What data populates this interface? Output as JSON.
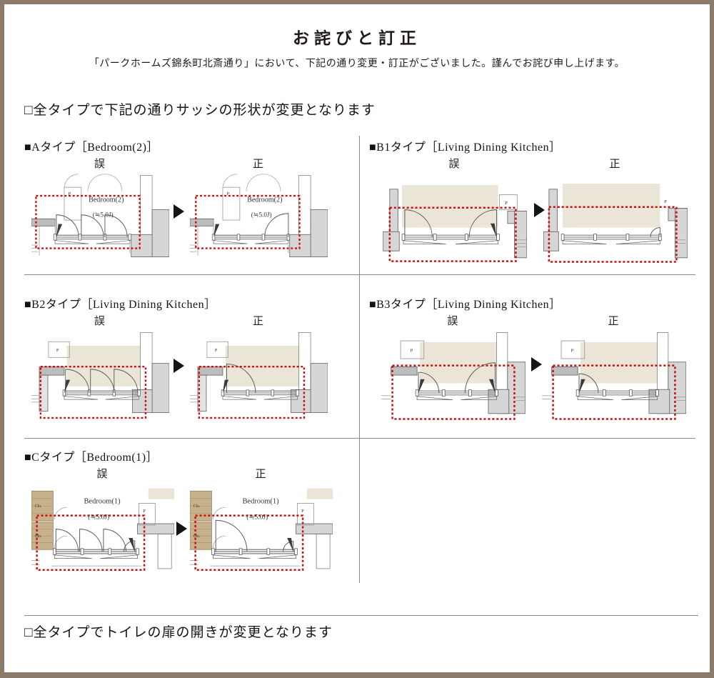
{
  "page": {
    "title": "お詫びと訂正",
    "subtitle": "「パークホームズ錦糸町北斎通り」において、下記の通り変更・訂正がございました。謹んでお詫び申し上げます。",
    "sash_heading": "□全タイプで下記の通りサッシの形状が変更となります",
    "toilet_heading": "□全タイプでトイレの扉の開きが変更となります"
  },
  "labels": {
    "wrong": "誤",
    "correct": "正"
  },
  "colors": {
    "frame": "#8c7b6a",
    "highlight_red": "#c81111",
    "room_beige": "#ebe5d7",
    "wall_gray": "#d6d6d6"
  },
  "panels": {
    "A": {
      "heading": "■Aタイプ［Bedroom(2)］",
      "room_label": "Bedroom(2)",
      "size_label": "(≒5.0J)",
      "p_label": "P"
    },
    "B1": {
      "heading": "■B1タイプ［Living Dining Kitchen］",
      "p_label": "P"
    },
    "B2": {
      "heading": "■B2タイプ［Living Dining Kitchen］",
      "p_label": "P"
    },
    "B3": {
      "heading": "■B3タイプ［Living Dining Kitchen］",
      "p_label": "P"
    },
    "C": {
      "heading": "■Cタイプ［Bedroom(1)］",
      "room_label": "Bedroom(1)",
      "size_label": "(≒5.0J)",
      "p_label": "P",
      "closet_label": "Clo."
    }
  }
}
